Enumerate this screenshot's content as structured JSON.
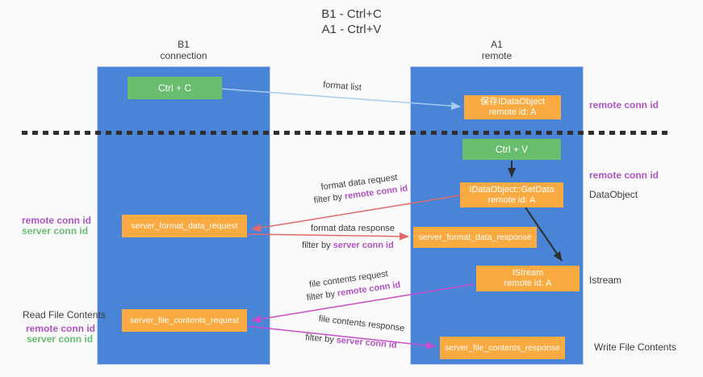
{
  "title": {
    "line1": "B1 - Ctrl+C",
    "line2": "A1 - Ctrl+V"
  },
  "lanes": {
    "b1": {
      "name": "B1",
      "role": "connection"
    },
    "a1": {
      "name": "A1",
      "role": "remote"
    }
  },
  "nodes": {
    "ctrl_c": "Ctrl + C",
    "ctrl_v": "Ctrl + V",
    "save_idataobject": {
      "title": "保存IDataObject",
      "subtitle": "remote id: A"
    },
    "getdata": {
      "title": "IDataObject::GetData",
      "subtitle": "remote id: A"
    },
    "istream": {
      "title": "IStream",
      "subtitle": "remote id: A"
    },
    "server_format_data_request": "server_format_data_request",
    "server_format_data_response": "server_format_data_response",
    "server_file_contents_request": "server_file_contents_request",
    "server_file_contents_response": "server_file_contents_response"
  },
  "flows": {
    "format_list": "format list",
    "format_data_request": "format data request",
    "format_data_response": "format data response",
    "file_contents_request": "file contents request",
    "file_contents_response": "file contents response",
    "filter_by": "filter by",
    "remote_conn_id": "remote conn id",
    "server_conn_id": "server conn id"
  },
  "annotations": {
    "remote_conn_id": "remote conn id",
    "server_conn_id": "server conn id",
    "dataobject": "DataObject",
    "istream": "Istream",
    "read_file_contents": "Read File Contents",
    "write_file_contents": "Write File Contents"
  },
  "colors": {
    "lane_blue": "#4a84d7",
    "node_orange": "#f9aa41",
    "node_green": "#69bd6e",
    "arrow_light_blue": "#a6cbee",
    "arrow_red": "#e16a6a",
    "arrow_magenta": "#ca4dc9",
    "arrow_black": "#2f2f2f",
    "remote_conn_purple": "#b253c4",
    "server_conn_green": "#68bd72"
  }
}
